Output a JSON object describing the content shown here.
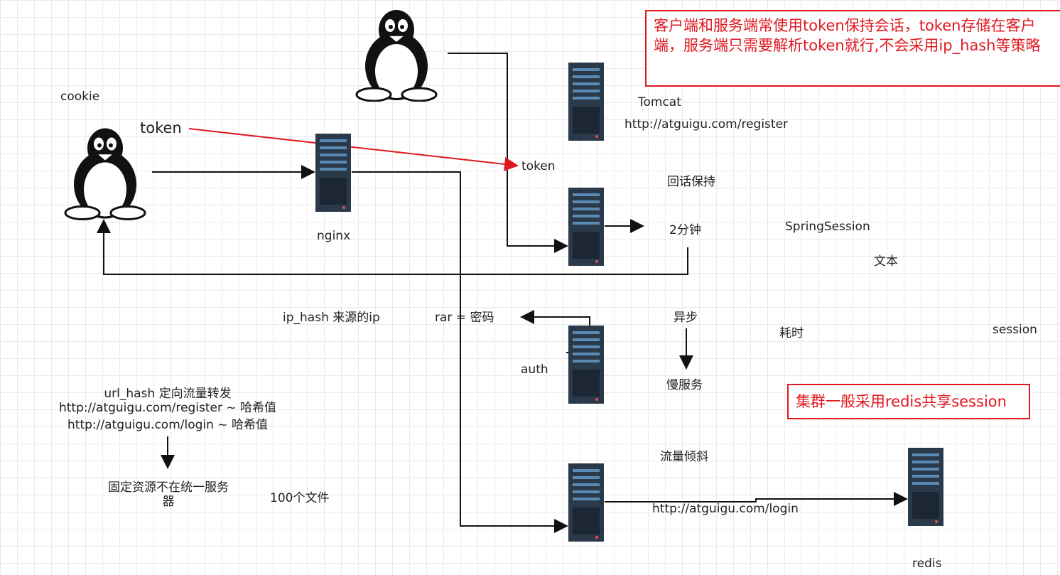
{
  "labels": {
    "cookie": "cookie",
    "token_left": "token",
    "token_mid": "token",
    "nginx": "nginx",
    "tomcat": "Tomcat",
    "register_url": "http://atguigu.com/register",
    "session_keep": "回话保持",
    "two_min": "2分钟",
    "spring_session": "SpringSession",
    "text": "文本",
    "ip_hash": "ip_hash  来源的ip",
    "rar": "rar = 密码",
    "async": "异步",
    "time_cost": "耗时",
    "session": "session",
    "auth": "auth",
    "slow_service": "慢服务",
    "url_hash_line1": "url_hash 定向流量转发",
    "url_hash_line2": "http://atguigu.com/register ~ 哈希值",
    "url_hash_line3": "http://atguigu.com/login ~ 哈希值",
    "fixed_resource": "固定资源不在统一服务器",
    "files_100": "100个文件",
    "traffic_skew": "流量倾斜",
    "login_url": "http://atguigu.com/login",
    "redis": "redis"
  },
  "notes": {
    "token_note": "客户端和服务端常使用token保持会话，token存储在客户端，服务端只需要解析token就行,不会采用ip_hash等策略",
    "redis_note": "集群一般采用redis共享session"
  },
  "colors": {
    "note_red": "#e0191f",
    "server_body": "#2b3a4a",
    "server_accent": "#5b8ab5"
  },
  "icons": [
    "linux-penguin-icon",
    "server-icon"
  ]
}
